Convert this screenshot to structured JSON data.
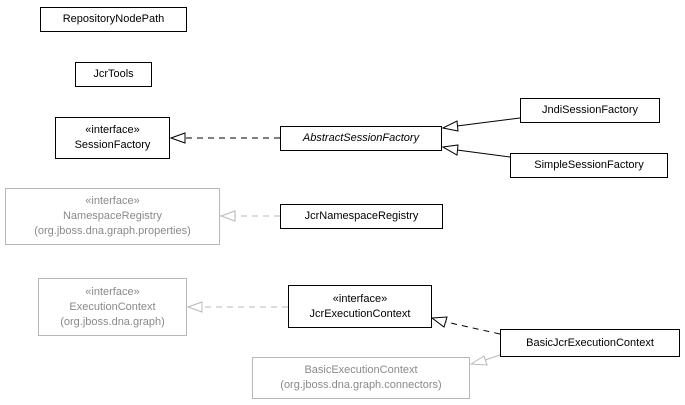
{
  "colors": {
    "internal": "#000000",
    "external": "#8a8a8a",
    "external_border": "#b8b8b8"
  },
  "nodes": {
    "repository_node_path": {
      "name": "RepositoryNodePath"
    },
    "jcr_tools": {
      "name": "JcrTools"
    },
    "session_factory": {
      "stereotype": "«interface»",
      "name": "SessionFactory"
    },
    "abstract_session_factory": {
      "name": "AbstractSessionFactory"
    },
    "jndi_session_factory": {
      "name": "JndiSessionFactory"
    },
    "simple_session_factory": {
      "name": "SimpleSessionFactory"
    },
    "namespace_registry": {
      "stereotype": "«interface»",
      "name": "NamespaceRegistry",
      "package": "(org.jboss.dna.graph.properties)"
    },
    "jcr_namespace_registry": {
      "name": "JcrNamespaceRegistry"
    },
    "execution_context": {
      "stereotype": "«interface»",
      "name": "ExecutionContext",
      "package": "(org.jboss.dna.graph)"
    },
    "jcr_execution_context": {
      "stereotype": "«interface»",
      "name": "JcrExecutionContext"
    },
    "basic_jcr_execution_context": {
      "name": "BasicJcrExecutionContext"
    },
    "basic_execution_context": {
      "name": "BasicExecutionContext",
      "package": "(org.jboss.dna.graph.connectors)"
    }
  }
}
